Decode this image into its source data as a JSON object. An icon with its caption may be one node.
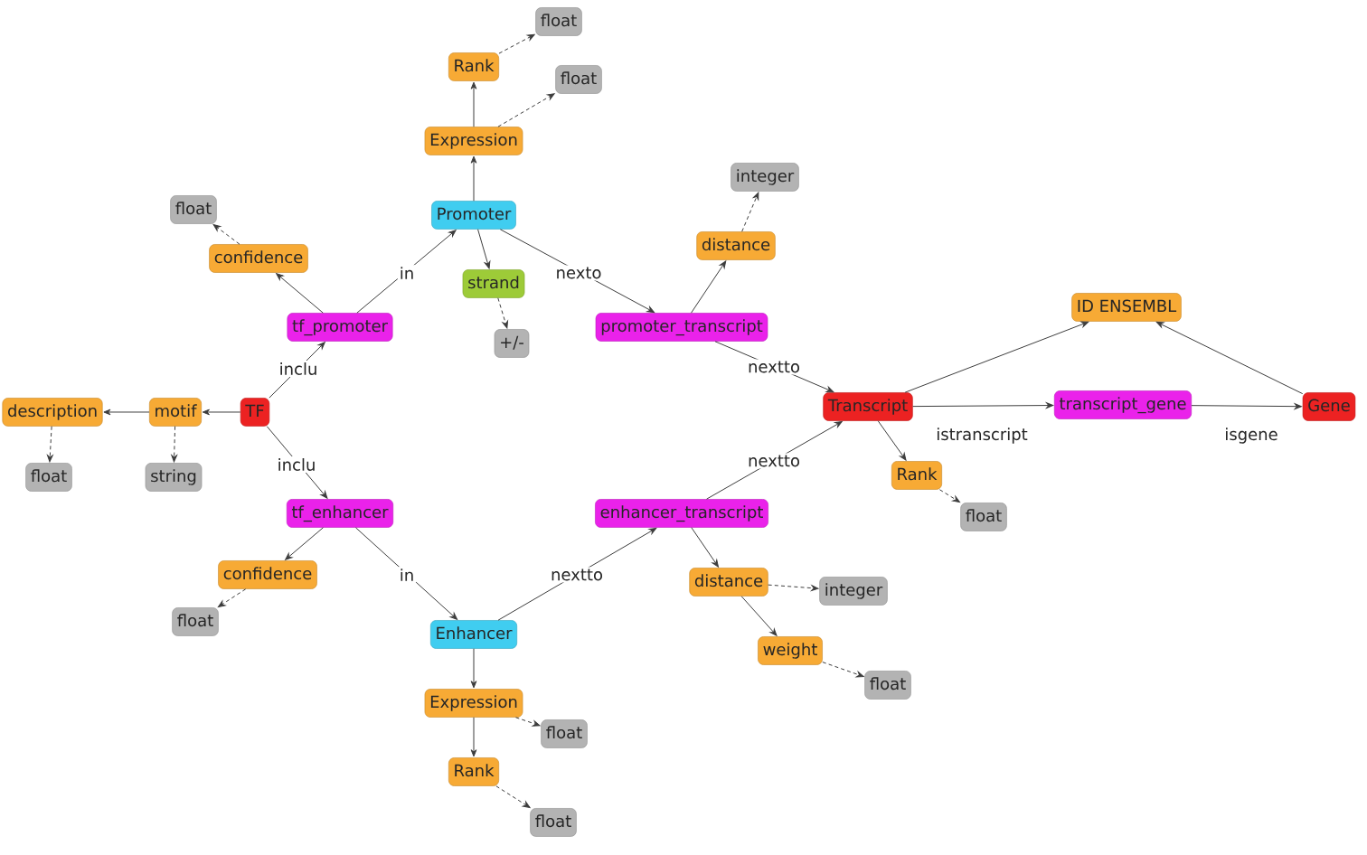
{
  "diagram": {
    "nodes": [
      {
        "text": [
          "TF"
        ]
      },
      {
        "text": [
          "motif"
        ]
      },
      {
        "text": [
          "description"
        ]
      },
      {
        "text": [
          "float"
        ]
      },
      {
        "text": [
          "string"
        ]
      },
      {
        "text": [
          "tf_promoter"
        ]
      },
      {
        "text": [
          "confidence"
        ]
      },
      {
        "text": [
          "float"
        ]
      },
      {
        "text": [
          "Promoter"
        ]
      },
      {
        "text": [
          "Expression"
        ]
      },
      {
        "text": [
          "Rank"
        ]
      },
      {
        "text": [
          "float"
        ]
      },
      {
        "text": [
          "float"
        ]
      },
      {
        "text": [
          "strand"
        ]
      },
      {
        "text": [
          "+/-"
        ]
      },
      {
        "text": [
          "promoter_transcript"
        ]
      },
      {
        "text": [
          "distance"
        ]
      },
      {
        "text": [
          "integer"
        ]
      },
      {
        "text": [
          "Transcript"
        ]
      },
      {
        "text": [
          "ID ENSEMBL"
        ]
      },
      {
        "text": [
          "transcript_gene"
        ]
      },
      {
        "text": [
          "Gene"
        ]
      },
      {
        "text": [
          "Rank"
        ]
      },
      {
        "text": [
          "float"
        ]
      },
      {
        "text": [
          "tf_enhancer"
        ]
      },
      {
        "text": [
          "confidence"
        ]
      },
      {
        "text": [
          "float"
        ]
      },
      {
        "text": [
          "Enhancer"
        ]
      },
      {
        "text": [
          "Expression"
        ]
      },
      {
        "text": [
          "float"
        ]
      },
      {
        "text": [
          "Rank"
        ]
      },
      {
        "text": [
          "float"
        ]
      },
      {
        "text": [
          "enhancer_transcript"
        ]
      },
      {
        "text": [
          "distance"
        ]
      },
      {
        "text": [
          "integer"
        ]
      },
      {
        "text": [
          "weight"
        ]
      },
      {
        "text": [
          "float"
        ]
      }
    ],
    "edges": [
      {
        "from": 0,
        "to": 1,
        "arrow": "to"
      },
      {
        "from": 1,
        "to": 2,
        "arrow": "to"
      },
      {
        "from": 2,
        "to": 3,
        "arrow": "to",
        "style": "dashed"
      },
      {
        "from": 1,
        "to": 4,
        "arrow": "to",
        "style": "dashed"
      },
      {
        "from": 0,
        "to": 5,
        "arrow": "to",
        "label": "inclu"
      },
      {
        "from": 5,
        "to": 6,
        "arrow": "to"
      },
      {
        "from": 6,
        "to": 7,
        "arrow": "to",
        "style": "dashed"
      },
      {
        "from": 5,
        "to": 8,
        "arrow": "to",
        "label": "in"
      },
      {
        "from": 8,
        "to": 9,
        "arrow": "to"
      },
      {
        "from": 9,
        "to": 10,
        "arrow": "to"
      },
      {
        "from": 10,
        "to": 11,
        "arrow": "to",
        "style": "dashed"
      },
      {
        "from": 9,
        "to": 12,
        "arrow": "to",
        "style": "dashed"
      },
      {
        "from": 8,
        "to": 13,
        "arrow": "to"
      },
      {
        "from": 13,
        "to": 14,
        "arrow": "to",
        "style": "dashed"
      },
      {
        "from": 8,
        "to": 15,
        "arrow": "to",
        "label": "nexto"
      },
      {
        "from": 15,
        "to": 16,
        "arrow": "to"
      },
      {
        "from": 16,
        "to": 17,
        "arrow": "to",
        "style": "dashed"
      },
      {
        "from": 15,
        "to": 18,
        "arrow": "to",
        "label": "nextto"
      },
      {
        "from": 18,
        "to": 19,
        "arrow": "to"
      },
      {
        "from": 18,
        "to": 20,
        "arrow": "to",
        "label": "istranscript"
      },
      {
        "from": 20,
        "to": 21,
        "arrow": "to",
        "label": "isgene"
      },
      {
        "from": 21,
        "to": 19,
        "arrow": "to"
      },
      {
        "from": 18,
        "to": 22,
        "arrow": "to"
      },
      {
        "from": 22,
        "to": 23,
        "arrow": "to",
        "style": "dashed"
      },
      {
        "from": 0,
        "to": 24,
        "arrow": "to",
        "label": "inclu"
      },
      {
        "from": 24,
        "to": 25,
        "arrow": "to"
      },
      {
        "from": 25,
        "to": 26,
        "arrow": "to",
        "style": "dashed"
      },
      {
        "from": 24,
        "to": 27,
        "arrow": "to",
        "label": "in"
      },
      {
        "from": 27,
        "to": 28,
        "arrow": "to"
      },
      {
        "from": 28,
        "to": 29,
        "arrow": "to",
        "style": "dashed"
      },
      {
        "from": 28,
        "to": 30,
        "arrow": "to"
      },
      {
        "from": 30,
        "to": 31,
        "arrow": "to",
        "style": "dashed"
      },
      {
        "from": 27,
        "to": 32,
        "arrow": "to",
        "label": "nextto"
      },
      {
        "from": 32,
        "to": 18,
        "arrow": "to",
        "label": "nextto"
      },
      {
        "from": 32,
        "to": 33,
        "arrow": "to"
      },
      {
        "from": 33,
        "to": 34,
        "arrow": "to",
        "style": "dashed"
      },
      {
        "from": 33,
        "to": 35,
        "arrow": "to"
      },
      {
        "from": 35,
        "to": 36,
        "arrow": "to",
        "style": "dashed"
      }
    ]
  }
}
